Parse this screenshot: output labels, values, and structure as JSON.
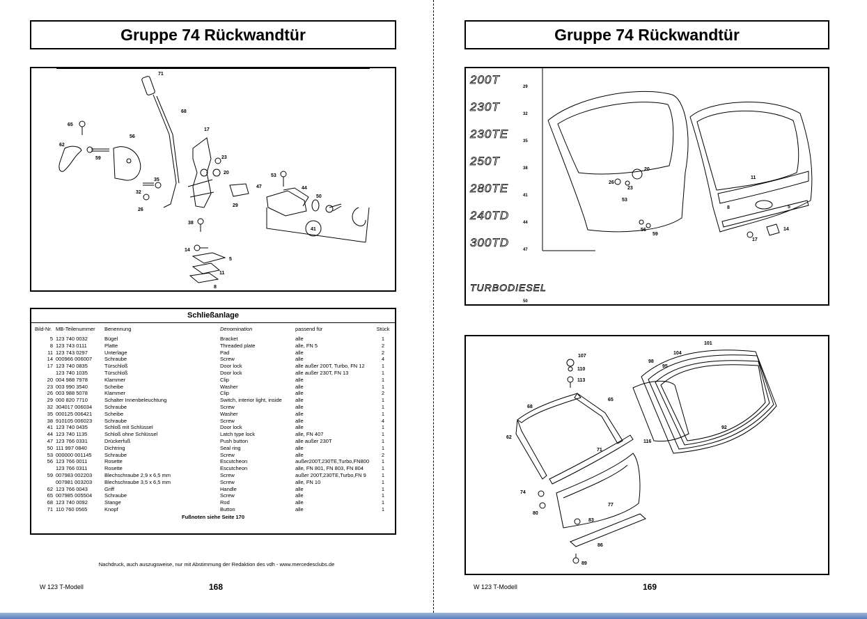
{
  "left_page": {
    "title": "Gruppe 74 Rückwandtür",
    "figure_labels": [
      "71",
      "68",
      "65",
      "62",
      "56",
      "59",
      "17",
      "23",
      "20",
      "35",
      "32",
      "26",
      "53",
      "47",
      "44",
      "50",
      "29",
      "41",
      "38",
      "14",
      "5",
      "11",
      "8"
    ],
    "table": {
      "title": "Schließanlage",
      "headers": {
        "nr": "Bild-Nr.",
        "part": "MB-Teilenummer",
        "name": "Benennung",
        "denom": "Denomination",
        "fit": "passend für",
        "qty": "Stück"
      },
      "rows": [
        {
          "nr": "5",
          "part": "123 740 0032",
          "name": "Bügel",
          "denom": "Bracket",
          "fit": "alle",
          "qty": "1"
        },
        {
          "nr": "8",
          "part": "123 743 0111",
          "name": "Platte",
          "denom": "Threaded plate",
          "fit": "alle, FN 5",
          "qty": "2"
        },
        {
          "nr": "11",
          "part": "123 743 0297",
          "name": "Unterlage",
          "denom": "Pad",
          "fit": "alle",
          "qty": "2"
        },
        {
          "nr": "14",
          "part": "000966 006007",
          "name": "Schraube",
          "denom": "Screw",
          "fit": "alle",
          "qty": "4"
        },
        {
          "nr": "17",
          "part": "123 740 0835",
          "name": "Türschloß",
          "denom": "Door lock",
          "fit": "alle außer 200T, Turbo, FN 12",
          "qty": "1"
        },
        {
          "nr": "",
          "part": "123 740 1035",
          "name": "Türschloß",
          "denom": "Door lock",
          "fit": "alle außer 230T, FN 13",
          "qty": "1"
        },
        {
          "nr": "20",
          "part": "004 988 7978",
          "name": "Klammer",
          "denom": "Clip",
          "fit": "alle",
          "qty": "1"
        },
        {
          "nr": "23",
          "part": "003 990 3540",
          "name": "Scheibe",
          "denom": "Washer",
          "fit": "alle",
          "qty": "1"
        },
        {
          "nr": "26",
          "part": "003 988 5078",
          "name": "Klammer",
          "denom": "Clip",
          "fit": "alle",
          "qty": "2"
        },
        {
          "nr": "29",
          "part": "000 820 7710",
          "name": "Schalter Innenbeleuchtung",
          "denom": "Switch, interior light, inside",
          "fit": "alle",
          "qty": "1"
        },
        {
          "nr": "32",
          "part": "304017 006034",
          "name": "Schraube",
          "denom": "Screw",
          "fit": "alle",
          "qty": "1"
        },
        {
          "nr": "35",
          "part": "000125 006421",
          "name": "Scheibe",
          "denom": "Washer",
          "fit": "alle",
          "qty": "1"
        },
        {
          "nr": "38",
          "part": "910105 006023",
          "name": "Schraube",
          "denom": "Screw",
          "fit": "alle",
          "qty": "4"
        },
        {
          "nr": "41",
          "part": "123 740 0435",
          "name": "Schloß mit Schlüssel",
          "denom": "Door lock",
          "fit": "alle",
          "qty": "1"
        },
        {
          "nr": "44",
          "part": "123 740 1135",
          "name": "Schloß ohne Schlüssel",
          "denom": "Latch type lock",
          "fit": "alle, FN 407",
          "qty": "1"
        },
        {
          "nr": "47",
          "part": "123 766 0331",
          "name": "Drückerfuß",
          "denom": "Push button",
          "fit": "alle außer 230T",
          "qty": "1"
        },
        {
          "nr": "50",
          "part": "111 997 0840",
          "name": "Dichtring",
          "denom": "Seal ring",
          "fit": "alle",
          "qty": "1"
        },
        {
          "nr": "53",
          "part": "000000 001145",
          "name": "Schraube",
          "denom": "Screw",
          "fit": "alle",
          "qty": "2"
        },
        {
          "nr": "56",
          "part": "123 766 0011",
          "name": "Rosette",
          "denom": "Escutcheon",
          "fit": "außer200T,230TE,Turbo,FN800",
          "qty": "1"
        },
        {
          "nr": "",
          "part": "123 766 0311",
          "name": "Rosette",
          "denom": "Escutcheon",
          "fit": "alle, FN 801, FN 803, FN 804",
          "qty": "1"
        },
        {
          "nr": "59",
          "part": "007983 002203",
          "name": "Blechschraube 2,9 x 6,5 mm",
          "denom": "Screw",
          "fit": "außer 200T,230TE,Turbo,FN 9",
          "qty": "1"
        },
        {
          "nr": "",
          "part": "007981 003203",
          "name": "Blechschraube 3,5 x 6,5 mm",
          "denom": "Screw",
          "fit": "alle, FN 10",
          "qty": "1"
        },
        {
          "nr": "62",
          "part": "123 766 0043",
          "name": "Griff",
          "denom": "Handle",
          "fit": "alle",
          "qty": "1"
        },
        {
          "nr": "65",
          "part": "007985 005504",
          "name": "Schraube",
          "denom": "Screw",
          "fit": "alle",
          "qty": "1"
        },
        {
          "nr": "68",
          "part": "123 740 0092",
          "name": "Stange",
          "denom": "Rod",
          "fit": "alle",
          "qty": "1"
        },
        {
          "nr": "71",
          "part": "110 760 0565",
          "name": "Knopf",
          "denom": "Button",
          "fit": "alle",
          "qty": "1"
        }
      ],
      "footnote": "Fußnoten siehe Seite 170"
    },
    "reprint_note": "Nachdruck, auch auszugsweise, nur mit Abstimmung der Redaktion des vdh - www.mercedesclubs.de",
    "model": "W 123 T-Modell",
    "page_number": "168"
  },
  "right_page": {
    "title": "Gruppe 74 Rückwandtür",
    "emblems": [
      {
        "text": "200T",
        "num": "29"
      },
      {
        "text": "230T",
        "num": "32"
      },
      {
        "text": "230TE",
        "num": "35"
      },
      {
        "text": "250T",
        "num": "38"
      },
      {
        "text": "280TE",
        "num": "41"
      },
      {
        "text": "240TD",
        "num": "44"
      },
      {
        "text": "300TD",
        "num": "47"
      },
      {
        "text": "TURBODIESEL",
        "num": "50"
      }
    ],
    "tailgate_labels": [
      "20",
      "26",
      "23",
      "53",
      "56",
      "59",
      "11",
      "8",
      "5",
      "17",
      "14"
    ],
    "window_labels": [
      "107",
      "110",
      "113",
      "104",
      "101",
      "98",
      "95",
      "68",
      "65",
      "62",
      "116",
      "92",
      "71",
      "74",
      "80",
      "77",
      "83",
      "86",
      "89"
    ],
    "model": "W 123 T-Modell",
    "page_number": "169"
  }
}
